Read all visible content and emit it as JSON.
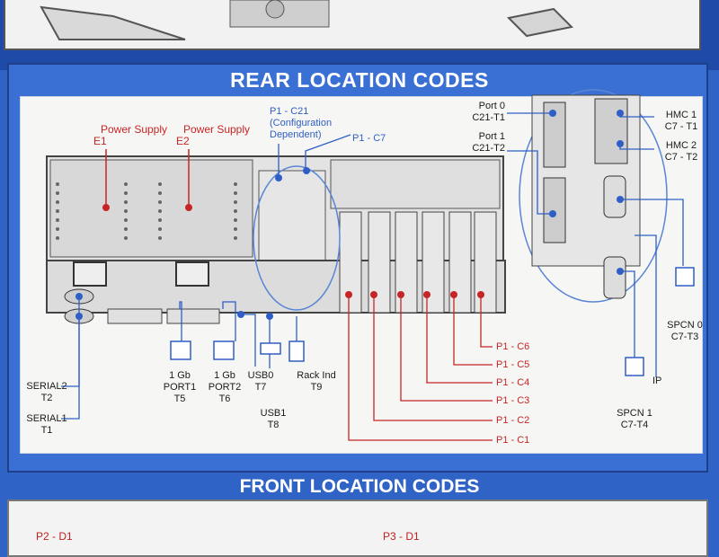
{
  "header": {
    "title": "REAR LOCATION CODES"
  },
  "footer": {
    "title": "FRONT LOCATION CODES",
    "left_code": "P2 - D1",
    "right_code": "P3 - D1"
  },
  "power_supplies": [
    {
      "name": "Power Supply",
      "code": "E1"
    },
    {
      "name": "Power Supply",
      "code": "E2"
    }
  ],
  "top_labels": {
    "config_line1": "P1 - C21",
    "config_line2": "(Configuration",
    "config_line3": "Dependent)",
    "p1c7": "P1 - C7"
  },
  "ports_top_right": [
    {
      "name": "Port 0",
      "code": "C21-T1"
    },
    {
      "name": "Port 1",
      "code": "C21-T2"
    }
  ],
  "hmc": [
    {
      "name": "HMC 1",
      "code": "C7 - T1"
    },
    {
      "name": "HMC 2",
      "code": "C7 - T2"
    }
  ],
  "spcn": [
    {
      "name": "SPCN 0",
      "code": "C7-T3"
    },
    {
      "name": "SPCN 1",
      "code": "C7-T4"
    }
  ],
  "ip": "IP",
  "serial": [
    {
      "name": "SERIAL2",
      "code": "T2"
    },
    {
      "name": "SERIAL1",
      "code": "T1"
    }
  ],
  "bottom_ports": [
    {
      "name": "1 Gb",
      "sub": "PORT1",
      "code": "T5"
    },
    {
      "name": "1 Gb",
      "sub": "PORT2",
      "code": "T6"
    },
    {
      "name": "USB0",
      "code": "T7"
    },
    {
      "name": "USB1",
      "code": "T8"
    },
    {
      "name": "Rack Ind",
      "code": "T9"
    }
  ],
  "slots": [
    "P1 - C6",
    "P1 - C5",
    "P1 - C4",
    "P1 - C3",
    "P1 - C2",
    "P1 - C1"
  ],
  "colors": {
    "blue_bg": "#2f63c6",
    "red": "#c72525",
    "blue_line": "#2f5fc6",
    "board": "#f6f6f4"
  }
}
